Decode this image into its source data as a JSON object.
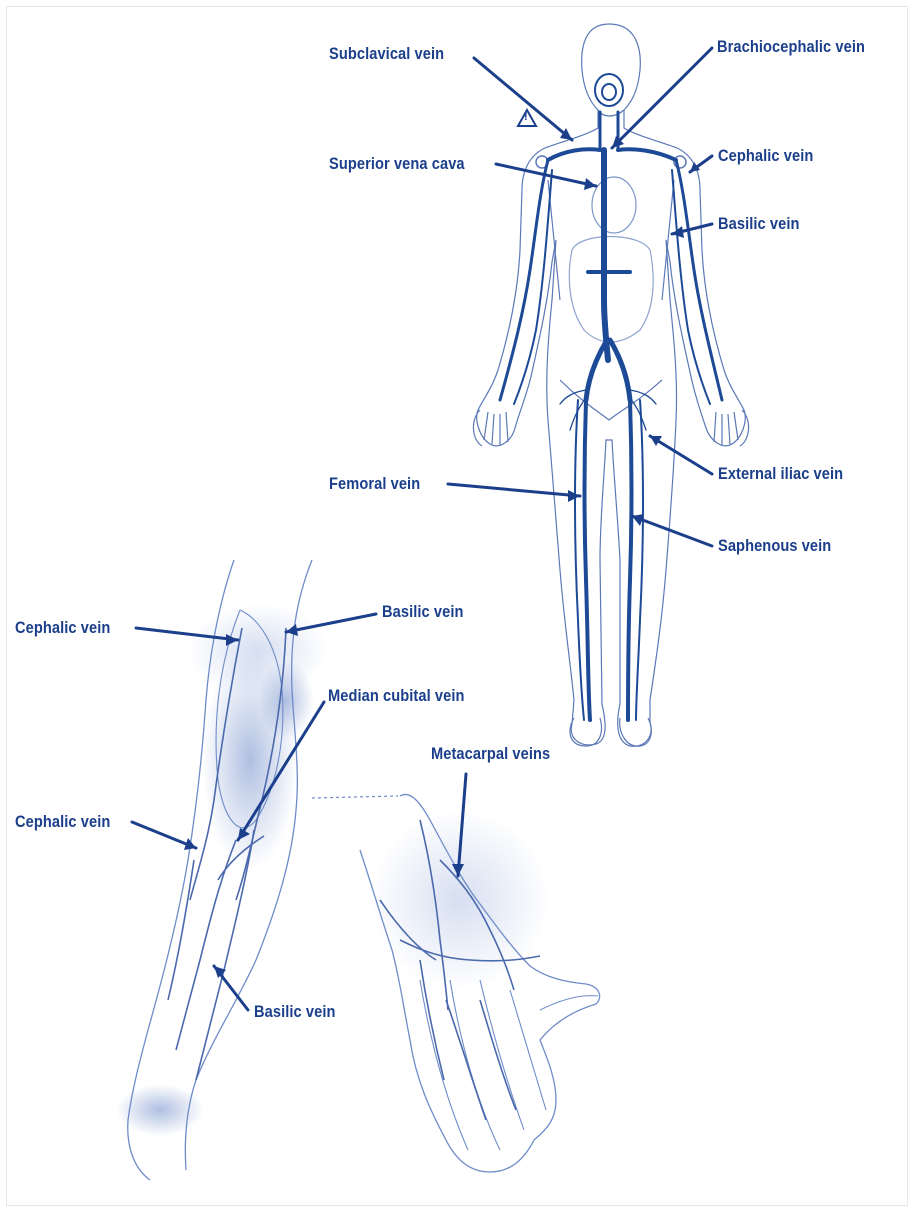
{
  "colors": {
    "label": "#1b3f8b",
    "vein": "#1d4a96",
    "outline": "#5b78b7",
    "shade": "#9db0d8",
    "background": "#ffffff"
  },
  "labels": {
    "subclavical": "Subclavical vein",
    "brachiocephalic": "Brachiocephalic vein",
    "superior_vena_cava": "Superior vena cava",
    "cephalic_body": "Cephalic vein",
    "basilic_body": "Basilic vein",
    "femoral": "Femoral vein",
    "external_iliac": "External iliac vein",
    "saphenous": "Saphenous vein",
    "cephalic_arm_upper": "Cephalic vein",
    "basilic_arm_upper": "Basilic vein",
    "median_cubital": "Median cubital vein",
    "cephalic_arm_lower": "Cephalic vein",
    "basilic_arm_lower": "Basilic vein",
    "metacarpal": "Metacarpal veins"
  },
  "warning_mark": "!"
}
